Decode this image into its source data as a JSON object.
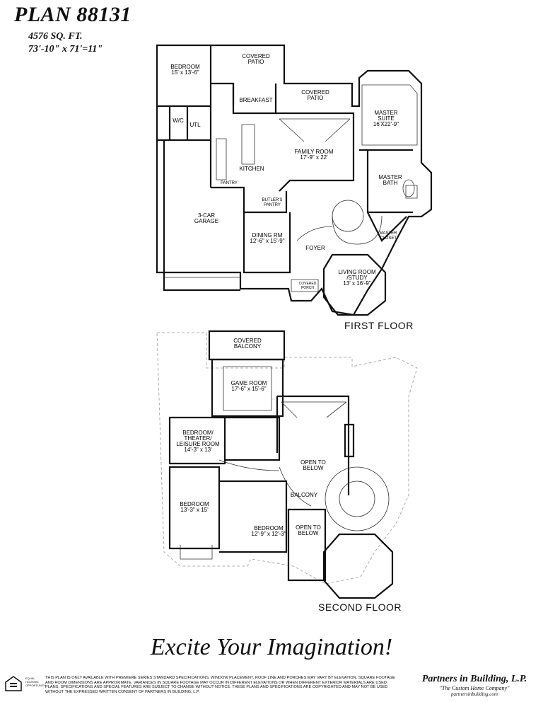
{
  "header": {
    "plan": "PLAN 88131",
    "sqft": "4576 SQ. FT.",
    "dimensions": "73'-10\" x 71'=11\""
  },
  "first_floor": {
    "label": "FIRST FLOOR",
    "rooms": {
      "bedroom": "BEDROOM",
      "bedroom_size": "15' x 13'-6\"",
      "covered_patio": "COVERED",
      "covered_patio_2": "PATIO",
      "breakfast": "BREAKFAST",
      "covered_patio_b": "COVERED",
      "covered_patio_b2": "PATIO",
      "master_suite": "MASTER",
      "master_suite_2": "SUITE",
      "master_suite_size": "16'X22'-9\"",
      "wic": "W/C",
      "utl": "UTL",
      "family_room": "FAMILY ROOM",
      "family_room_size": "17'-9\" x 22'",
      "kitchen": "KITCHEN",
      "master_bath": "MASTER",
      "master_bath_2": "BATH",
      "pantry": "PANTRY",
      "butlers": "BUTLER'S",
      "butlers_2": "PANTRY",
      "garage": "3-CAR",
      "garage_2": "GARAGE",
      "master_closet": "MASTER",
      "master_closet_2": "CLOSET",
      "dining": "DINING RM",
      "dining_size": "12'-6\" x 15'-9\"",
      "foyer": "FOYER",
      "living": "LIVING ROOM",
      "living_2": "/STUDY",
      "living_size": "13' x 16'-9\"",
      "porch": "COVERED",
      "porch_2": "PORCH"
    }
  },
  "second_floor": {
    "label": "SECOND FLOOR",
    "rooms": {
      "covered_balcony": "COVERED",
      "covered_balcony_2": "BALCONY",
      "game_room": "GAME ROOM",
      "game_room_size": "17'-6\" x 15'-6\"",
      "theater": "BEDROOM/",
      "theater_2": "THEATER/",
      "theater_3": "LEISURE ROOM",
      "theater_size": "14'-3\" x 13'",
      "open_below": "OPEN TO",
      "open_below_2": "BELOW",
      "bedroom_a": "BEDROOM",
      "bedroom_a_size": "13'-3\" x 15'",
      "balcony": "BALCONY",
      "bedroom_b": "BEDROOM",
      "bedroom_b_size": "12'-9\" x 12'-3\"",
      "open_below_b": "OPEN TO",
      "open_below_b2": "BELOW"
    }
  },
  "footer": {
    "slogan": "Excite Your Imagination!",
    "disclaimer": "THIS PLAN IS ONLY AVAILABLE WITH PREMIERE SERIES STANDARD SPECIFICATIONS, WINDOW PLACEMENT, ROOF LINE AND PORCHES MAY VARY BY ELEVATION. SQUARE FOOTAGE AND ROOM DIMENSIONS ARE APPROXIMATE. VARIANCES IN SQUARE FOOTAGE MAY OCCUR IN DIFFERENT ELEVATIONS OR WHEN DIFFERENT EXTERIOR MATERIALS ARE USED. PLANS, SPECIFICATIONS AND SPECIAL FEATURES ARE SUBJECT TO CHANGE WITHOUT NOTICE. THESE PLANS AND SPECIFICATIONS ARE COPYRIGHTED AND MAY NOT BE USED WITHOUT THE EXPRESSED WRITTEN CONSENT OF PARTNERS IN BUILDING, L.P.",
    "brand": "Partners in Building, L.P.",
    "tagline": "\"The Custom Home Company\"",
    "url": "partnersinbuilding.com",
    "eho": "EQUAL HOUSING OPPORTUNITY"
  }
}
